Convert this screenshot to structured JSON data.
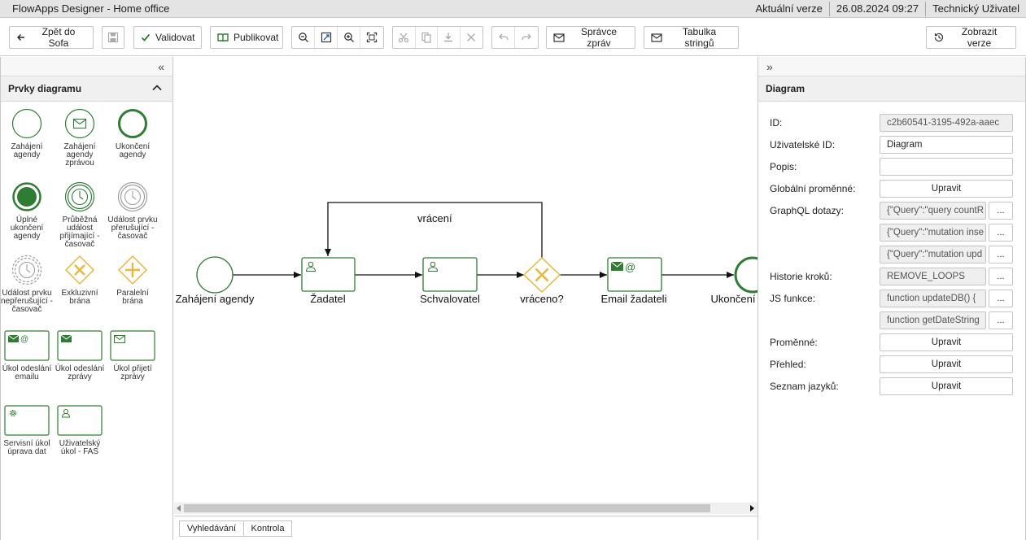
{
  "titlebar": {
    "app_title": "FlowApps Designer - Home office",
    "version_label": "Aktuální verze",
    "datetime": "26.08.2024 09:27",
    "user": "Technický Uživatel"
  },
  "toolbar": {
    "back_label": "Zpět do Sofa",
    "validate_label": "Validovat",
    "publish_label": "Publikovat",
    "message_manager_label": "Správce zpráv",
    "string_table_label": "Tabulka stringů",
    "show_versions_label": "Zobrazit verze"
  },
  "left_panel": {
    "collapse_icon": "«",
    "title": "Prvky diagramu",
    "items": [
      {
        "label": "Zahájení agendy"
      },
      {
        "label": "Zahájení agendy zprávou"
      },
      {
        "label": "Ukončení agendy"
      },
      {
        "label": "Úplné ukončení agendy"
      },
      {
        "label": "Průběžná událost přijímající - časovač"
      },
      {
        "label": "Událost prvku přerušující - časovač"
      },
      {
        "label": "Událost prvku nepřerušující - časovač"
      },
      {
        "label": "Exkluzivní brána"
      },
      {
        "label": "Paralelní brána"
      },
      {
        "label": "Úkol odeslání emailu"
      },
      {
        "label": "Úkol odeslání zprávy"
      },
      {
        "label": "Úkol přijetí zprávy"
      },
      {
        "label": "Servisní úkol úprava dat"
      },
      {
        "label": "Uživatelský úkol - FAS"
      }
    ]
  },
  "diagram": {
    "start_label": "Zahájení agendy",
    "task1_label": "Žadatel",
    "task2_label": "Schvalovatel",
    "gateway_label": "vráceno?",
    "email_label": "Email žadateli",
    "end_label": "Ukončení",
    "loop_label": "vrácení"
  },
  "bottom_tabs": [
    "Vyhledávání",
    "Kontrola"
  ],
  "right_panel": {
    "expand_icon": "»",
    "title": "Diagram",
    "id_label": "ID:",
    "id_value": "c2b60541-3195-492a-aaec",
    "user_id_label": "Uživatelské ID:",
    "user_id_value": "Diagram",
    "desc_label": "Popis:",
    "desc_value": "",
    "global_vars_label": "Globální proměnné:",
    "graphql_label": "GraphQL dotazy:",
    "graphql_values": [
      "{\"Query\":\"query countR",
      "{\"Query\":\"mutation inse",
      "{\"Query\":\"mutation upd"
    ],
    "history_label": "Historie kroků:",
    "history_value": "REMOVE_LOOPS",
    "js_label": "JS funkce:",
    "js_values": [
      "function updateDB() { ",
      "function getDateString"
    ],
    "vars_label": "Proměnné:",
    "overview_label": "Přehled:",
    "languages_label": "Seznam jazyků:",
    "edit_label": "Upravit",
    "dots_label": "..."
  },
  "colors": {
    "accent_green": "#2e7d32",
    "gateway_yellow": "#e8b83a",
    "gray_icon": "#9e9e9e"
  }
}
